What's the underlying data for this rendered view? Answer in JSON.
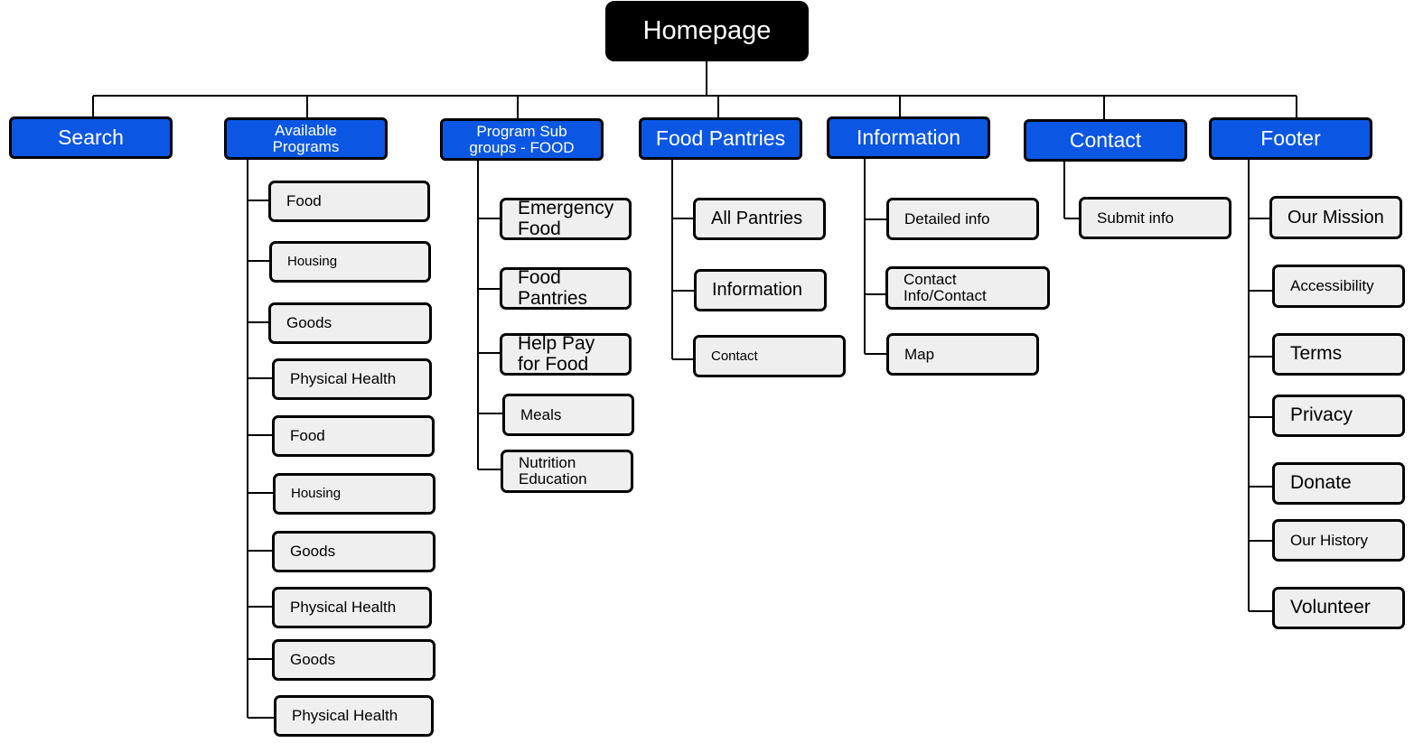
{
  "root": {
    "label": "Homepage"
  },
  "sections": [
    {
      "label": "Search",
      "items": []
    },
    {
      "label": "Available\nPrograms",
      "items": [
        "Food",
        "Housing",
        "Goods",
        "Physical Health",
        "Food",
        "Housing",
        "Goods",
        "Physical Health",
        "Goods",
        "Physical Health"
      ]
    },
    {
      "label": "Program Sub\ngroups - FOOD",
      "items": [
        "Emergency\nFood",
        "Food\nPantries",
        "Help Pay\nfor Food",
        "Meals",
        "Nutrition\nEducation"
      ]
    },
    {
      "label": "Food Pantries",
      "items": [
        "All Pantries",
        "Information",
        "Contact"
      ]
    },
    {
      "label": "Information",
      "items": [
        "Detailed info",
        "Contact\nInfo/Contact",
        "Map"
      ]
    },
    {
      "label": "Contact",
      "items": [
        "Submit info"
      ]
    },
    {
      "label": "Footer",
      "items": [
        "Our Mission",
        "Accessibility",
        "Terms",
        "Privacy",
        "Donate",
        "Our History",
        "Volunteer"
      ]
    }
  ],
  "colors": {
    "root_fill": "#000000",
    "section_fill": "#0b57e3",
    "item_fill": "#efefef",
    "line": "#000000"
  }
}
